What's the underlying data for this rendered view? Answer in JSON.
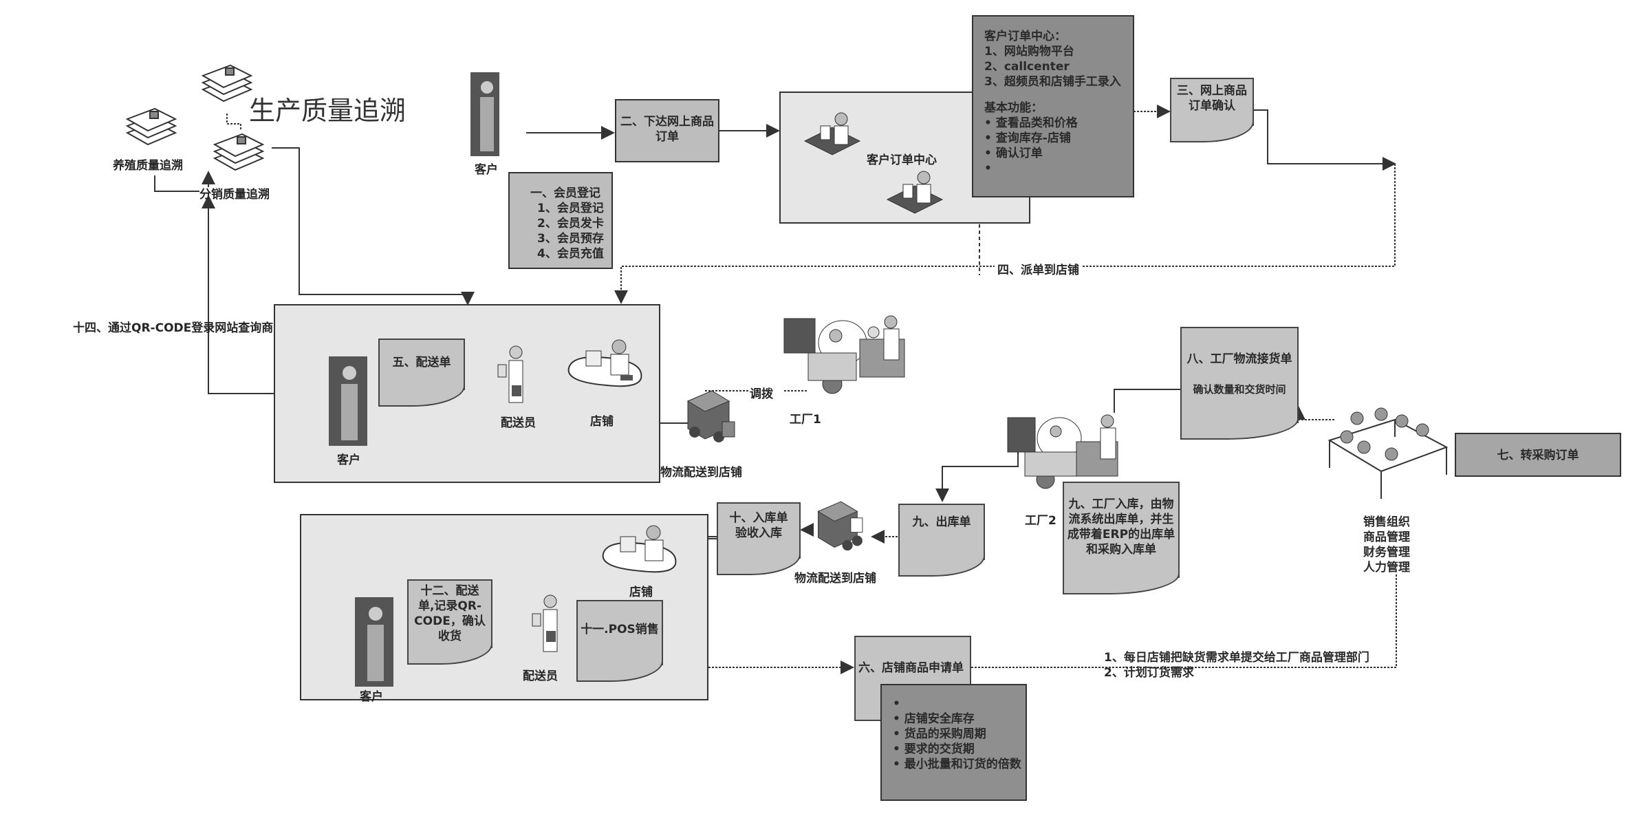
{
  "quality_trace": {
    "production": "生产质量追溯",
    "breeding": "养殖质量追溯",
    "distribution": "分销质量追溯"
  },
  "step1": {
    "title": "一、会员登记",
    "items": [
      "1、会员登记",
      "2、会员发卡",
      "3、会员预存",
      "4、会员充值"
    ]
  },
  "step2": {
    "line1": "二、下达网上商品",
    "line2": "订单"
  },
  "customer_label": "客户",
  "order_center": {
    "label": "客户订单中心",
    "info_title": "客户订单中心：",
    "channels": [
      "1、网站购物平台",
      "2、callcenter",
      "3、超频员和店铺手工录入"
    ],
    "func_title": "基本功能：",
    "functions": [
      "查看品类和价格",
      "查询库存-店铺",
      "确认订单",
      ""
    ]
  },
  "step3": {
    "line1": "三、网上商品",
    "line2": "订单确认"
  },
  "step4": "四、派单到店铺",
  "step14": "十四、通过QR-CODE登录网站查询商品安全信息",
  "store1": {
    "step5": "五、配送单",
    "courier": "配送员",
    "store": "店铺",
    "customer": "客户"
  },
  "transfer": "调拨",
  "factory1": "工厂1",
  "logistics1": "物流配送到店铺",
  "step8": {
    "line1": "八、工厂物流接货单",
    "line2": "确认数量和交货时间"
  },
  "step7": "七、转采购订单",
  "departments": [
    "销售组织",
    "商品管理",
    "财务管理",
    "人力管理"
  ],
  "factory2": "工厂2",
  "step9_long": [
    "九、工厂入库，由物",
    "流系统出库单，并生",
    "成带着ERP的出库单",
    "和采购入库单"
  ],
  "step9_out": "九、出库单",
  "step10": {
    "line1": "十、入库单",
    "line2": "验收入库"
  },
  "logistics2": "物流配送到店铺",
  "store2": {
    "store": "店铺",
    "step12": [
      "十二、配送",
      "单,记录QR-",
      "CODE，确认",
      "收货"
    ],
    "step11": "十一.POS销售",
    "courier": "配送员",
    "customer": "客户"
  },
  "step6": "六、店铺商品申请单",
  "step6_notes": [
    "1、每日店铺把缺货需求单提交给工厂商品管理部门",
    "2、计划订货需求"
  ],
  "step6_list": [
    "",
    "店铺安全库存",
    "货品的采购周期",
    "要求的交货期",
    "最小批量和订货的倍数"
  ]
}
